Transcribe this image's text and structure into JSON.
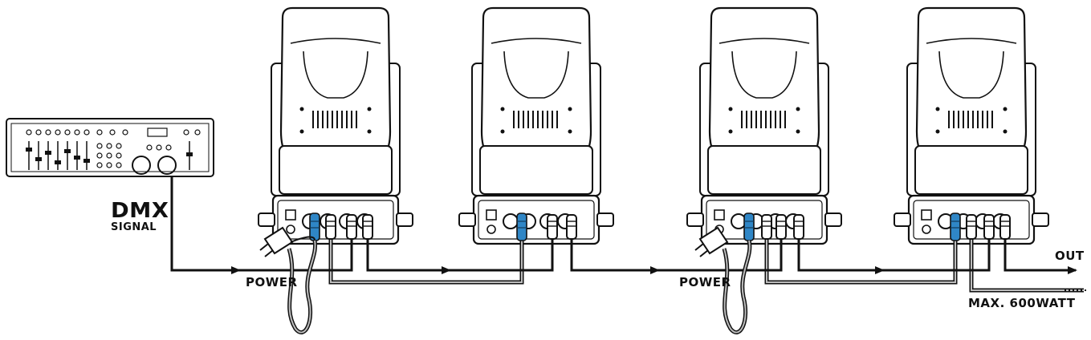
{
  "labels": {
    "dmx_title": "DMX",
    "dmx_subtitle": "SIGNAL",
    "power_left": "POWER",
    "power_right": "POWER",
    "out": "OUT",
    "max_power": "MAX. 600WATT"
  },
  "colors": {
    "line": "#111111",
    "power_cable": "#8a8a8a",
    "dmx_plug": "#2f86c6",
    "fixture_fill": "#ffffff"
  },
  "fixtures": [
    {
      "name": "moving-head-1",
      "power_in": true
    },
    {
      "name": "moving-head-2",
      "power_in": false
    },
    {
      "name": "moving-head-3",
      "power_in": true
    },
    {
      "name": "moving-head-4",
      "power_in": false
    }
  ],
  "icons": [
    "dmx-controller-icon",
    "moving-head-icon",
    "power-plug-icon",
    "xlr-connector-icon"
  ]
}
